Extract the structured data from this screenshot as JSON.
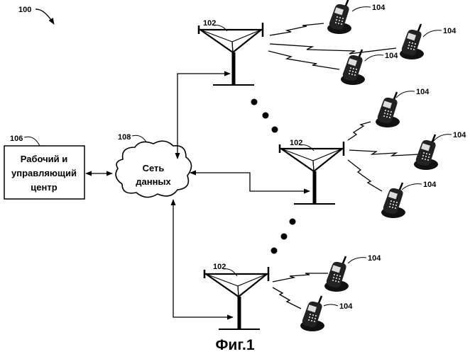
{
  "figure": {
    "ref": "100",
    "caption": "Фиг.1"
  },
  "control_center": {
    "ref": "106",
    "lines": [
      "Рабочий и",
      "управляющий",
      "центр"
    ]
  },
  "data_network": {
    "ref": "108",
    "lines": [
      "Сеть",
      "данных"
    ]
  },
  "base_station_ref": "102",
  "mobile_ref": "104"
}
